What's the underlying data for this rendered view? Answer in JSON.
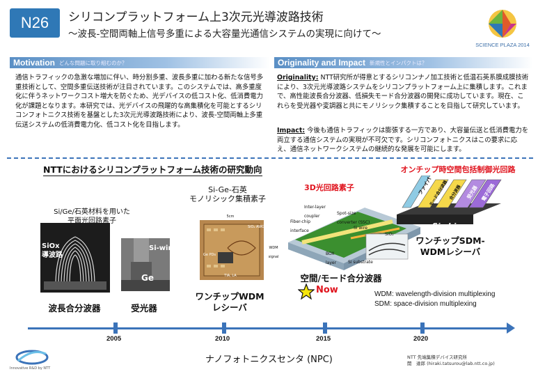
{
  "header": {
    "badge": "N26",
    "title": "シリコンプラットフォーム上3次元光導波路技術",
    "subtitle": "～波長-空間両軸上信号多重による大容量光通信システムの実現に向けて～",
    "logo_text": "SCIENCE PLAZA 2014"
  },
  "motivation": {
    "heading": "Motivation",
    "heading_jp": "どんな問題に取り組むのか？",
    "text": "通信トラフィックの急激な増加に伴い、時分割多重、波長多重に加わる新たな信号多重技術として、空間多重伝送技術が注目されています。このシステムでは、高多重度化に伴うネットワークコスト増大を防ぐため、光デバイスの低コスト化、低消費電力化が課題となります。本研究では、光デバイスの飛躍的な高集積化を可能とするシリコンフォトニクス技術を基盤とした3次元光導波路技術により、波長-空間両軸上多重伝送システムの低消費電力化、低コスト化を目指します。"
  },
  "originality": {
    "heading": "Originality and Impact",
    "heading_jp": "新規性とインパクトは？",
    "orig_label": "Originality:",
    "orig_text": " NTT研究所が得意とするシリコンナノ加工技術と低温石英系膜成膜技術により、3次元光導波路システムをシリコンプラットフォーム上に集積します。これまで、高性能波長合分波器、低損失モード合分波器の開発に成功しています。現在、これらを受光器や変調器と共にモノリシック集積することを目指して研究しています。",
    "impact_label": "Impact:",
    "impact_text": " 今後も通信トラフィックは膨張する一方であり、大容量伝送と低消費電力を両立する通信システムの実現が不可欠です。シリコンフォトニクスはこの要求に応え、通信ネットワークシステムの継続的な発展を可能にします。"
  },
  "trend": {
    "title": "NTTにおけるシリコンプラットフォーム技術の研究動向",
    "label_sige": "Si/Ge/石英材料を用いた\n平面光回路素子",
    "label_mono": "Si-Ge-石英\nモノリシック集積素子",
    "label_3d": "3D光回路素子",
    "label_onchip": "オンチップ時空間包括制御光回路",
    "photo_siox": "SiOx\n導波路",
    "photo_siwire": "Si-wire",
    "photo_ge": "Ge",
    "chip_labels": [
      "5cm",
      "SiO₂ AWG",
      "Ge PDs",
      "TIA, LA",
      "WDM signal"
    ],
    "diagram_labels": {
      "fiber_chip": "Fiber-chip\ninterface",
      "inter_layer": "Inter-layer\ncoupler",
      "spot_size": "Spot-size\nconverter (SSC)",
      "si_wire": "Si wire",
      "box_layer": "BOX\nlayer",
      "si_substrate": "Si substrate",
      "sio2": "SiO₂",
      "si_chip": "Si-chip",
      "fiber": "ファイバ",
      "mode": "モード合分波器",
      "mux": "合分波器",
      "receiver": "受光器",
      "electronics": "電子回路"
    },
    "cap_wdm": "波長合分波器",
    "cap_pd": "受光器",
    "cap_onchip_wdm": "ワンチップWDM\nレシーバ",
    "cap_space_mode": "空間/モード合分波器",
    "now_label": "Now",
    "cap_onchip_sdm": "ワンチップSDM-\nWDMレシーバ",
    "legend_wdm": "WDM: wavelength-division multiplexing",
    "legend_sdm": "SDM: space-division multiplexing"
  },
  "timeline": {
    "years": [
      "2005",
      "2010",
      "2015",
      "2020"
    ]
  },
  "footer": {
    "center": "ナノフォトニクスセンタ (NPC)",
    "lab": "NTT 先端集積デバイス研究所",
    "contact": "開　達郎 (hiraki.tatsurou@lab.ntt.co.jp)",
    "ntt_caption": "Innovative R&D by NTT"
  },
  "colors": {
    "accent": "#3b73b9",
    "badge": "#2f78b6",
    "red": "#e0141e"
  }
}
